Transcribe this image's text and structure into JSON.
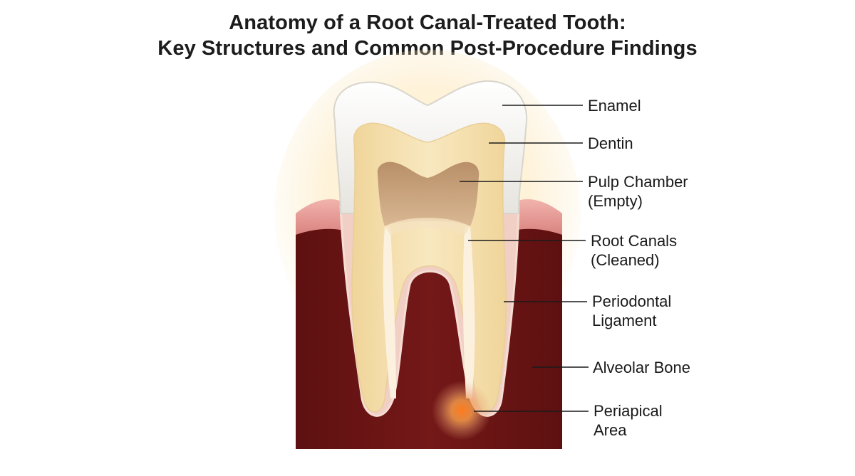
{
  "title": {
    "line1": "Anatomy of a Root Canal-Treated Tooth:",
    "line2": "Key Structures and Common Post-Procedure Findings"
  },
  "labels": [
    {
      "key": "enamel",
      "lines": [
        "Enamel"
      ]
    },
    {
      "key": "dentin",
      "lines": [
        "Dentin"
      ]
    },
    {
      "key": "pulp-chamber",
      "lines": [
        "Pulp Chamber",
        "(Empty)"
      ]
    },
    {
      "key": "root-canals",
      "lines": [
        "Root Canals",
        "(Cleaned)"
      ]
    },
    {
      "key": "periodontal-ligament",
      "lines": [
        "Periodontal",
        "Ligament"
      ]
    },
    {
      "key": "alveolar-bone",
      "lines": [
        "Alveolar Bone"
      ]
    },
    {
      "key": "periapical-area",
      "lines": [
        "Periapical",
        "Area"
      ]
    }
  ],
  "colors": {
    "bone": "#6b1414",
    "gum": "#e79a98",
    "enamel": "#f4f3f0",
    "dentin": "#f4dfae",
    "pulp": "#c9a47f",
    "ligament": "#f1cfc4",
    "periapical_glow": "#f08a3a"
  }
}
